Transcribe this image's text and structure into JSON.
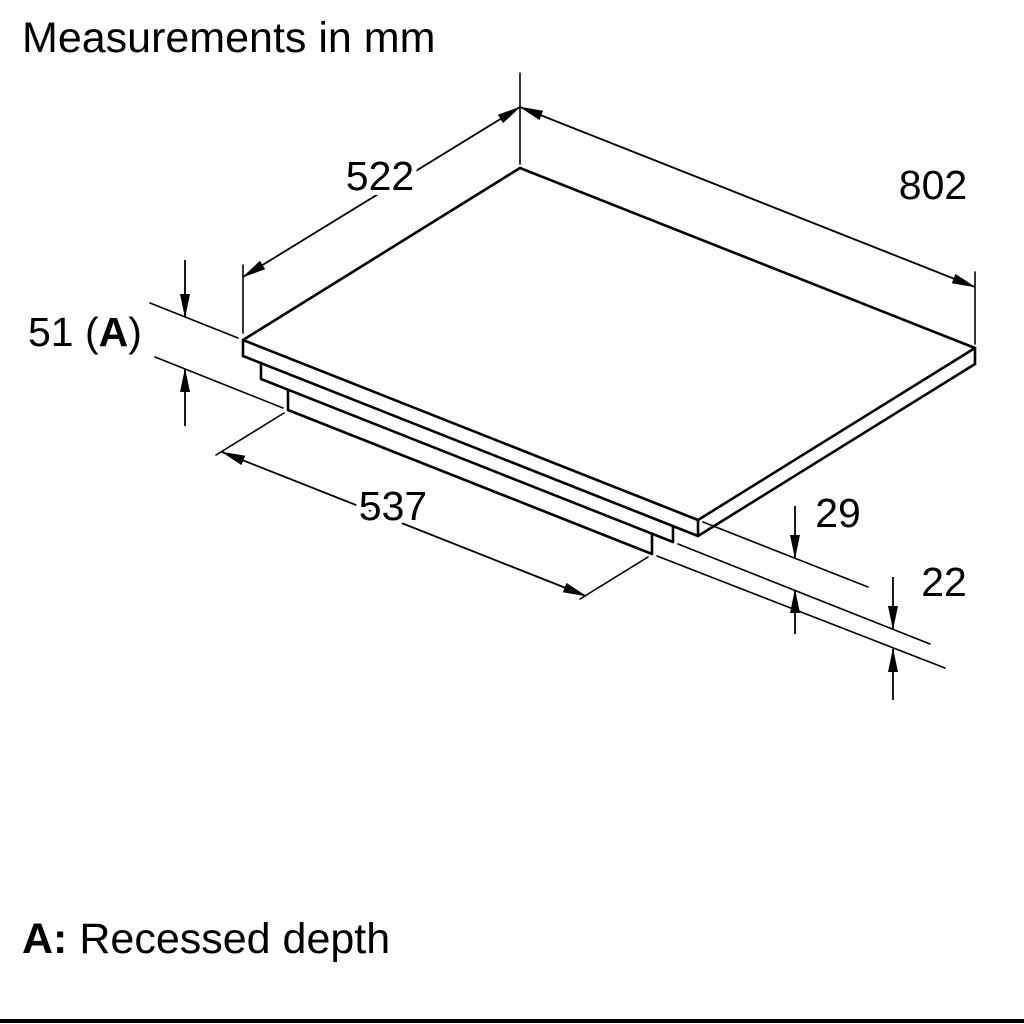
{
  "page": {
    "background_color": "#ffffff",
    "line_color": "#000000",
    "title": "Measurements in mm",
    "footnote": {
      "key": "A:",
      "text": "Recessed depth"
    }
  },
  "diagram": {
    "type": "isometric dimension drawing",
    "subject": "built-in cooktop with recessed base",
    "units": "mm",
    "dimensions": {
      "top_depth": {
        "value": "522"
      },
      "top_width": {
        "value": "802"
      },
      "recessed_depth": {
        "text_before": "51 (",
        "key_letter": "A",
        "text_after": ")"
      },
      "base_width": {
        "value": "537"
      },
      "upper_step": {
        "value": "29"
      },
      "lower_step": {
        "value": "22"
      }
    }
  }
}
